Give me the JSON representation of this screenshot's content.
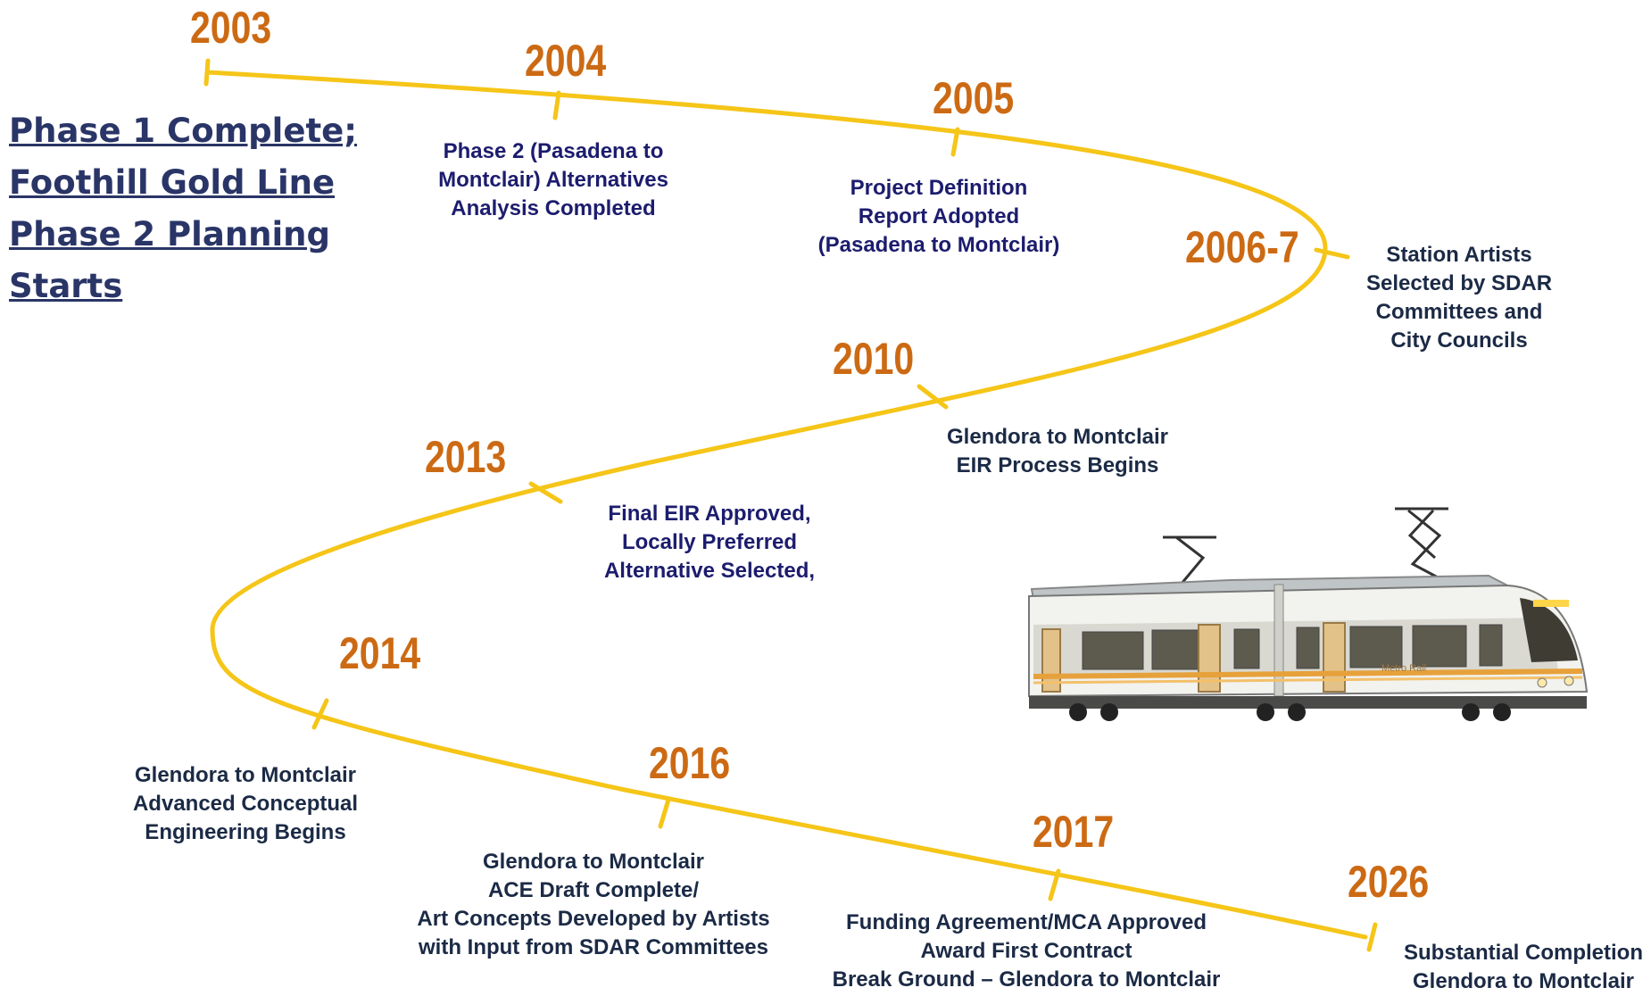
{
  "colors": {
    "timeline": "#f5c518",
    "year": "#cc6a14",
    "text_navy": "#1c1c6e",
    "text_dark": "#1b2a45",
    "title": "#2a3567"
  },
  "phase_title": {
    "lines": [
      "Phase 1 Complete;",
      "Foothill Gold Line",
      "Phase 2 Planning",
      "Starts"
    ]
  },
  "milestones": [
    {
      "year": "2003",
      "lines": []
    },
    {
      "year": "2004",
      "lines": [
        "Phase 2 (Pasadena to",
        "Montclair) Alternatives",
        "Analysis Completed"
      ]
    },
    {
      "year": "2005",
      "lines": [
        "Project Definition",
        "Report Adopted",
        "(Pasadena to Montclair)"
      ]
    },
    {
      "year": "2006-7",
      "lines": [
        "Station Artists",
        "Selected by SDAR",
        "Committees and",
        "City Councils"
      ]
    },
    {
      "year": "2010",
      "lines": [
        "Glendora to Montclair",
        "EIR Process Begins"
      ]
    },
    {
      "year": "2013",
      "lines": [
        "Final EIR Approved,",
        "Locally Preferred",
        "Alternative Selected,"
      ]
    },
    {
      "year": "2014",
      "lines": [
        "Glendora to Montclair",
        "Advanced Conceptual",
        "Engineering Begins"
      ]
    },
    {
      "year": "2016",
      "lines": [
        "Glendora to Montclair",
        "ACE Draft Complete/",
        "Art Concepts Developed by Artists",
        "with Input from SDAR Committees"
      ]
    },
    {
      "year": "2017",
      "lines": [
        "Funding Agreement/MCA Approved",
        "Award First Contract",
        "Break Ground – Glendora to Montclair"
      ]
    },
    {
      "year": "2026",
      "lines": [
        "Substantial Completion",
        "Glendora to Montclair"
      ]
    }
  ],
  "train": {
    "sign_text": "Metro Rail"
  }
}
